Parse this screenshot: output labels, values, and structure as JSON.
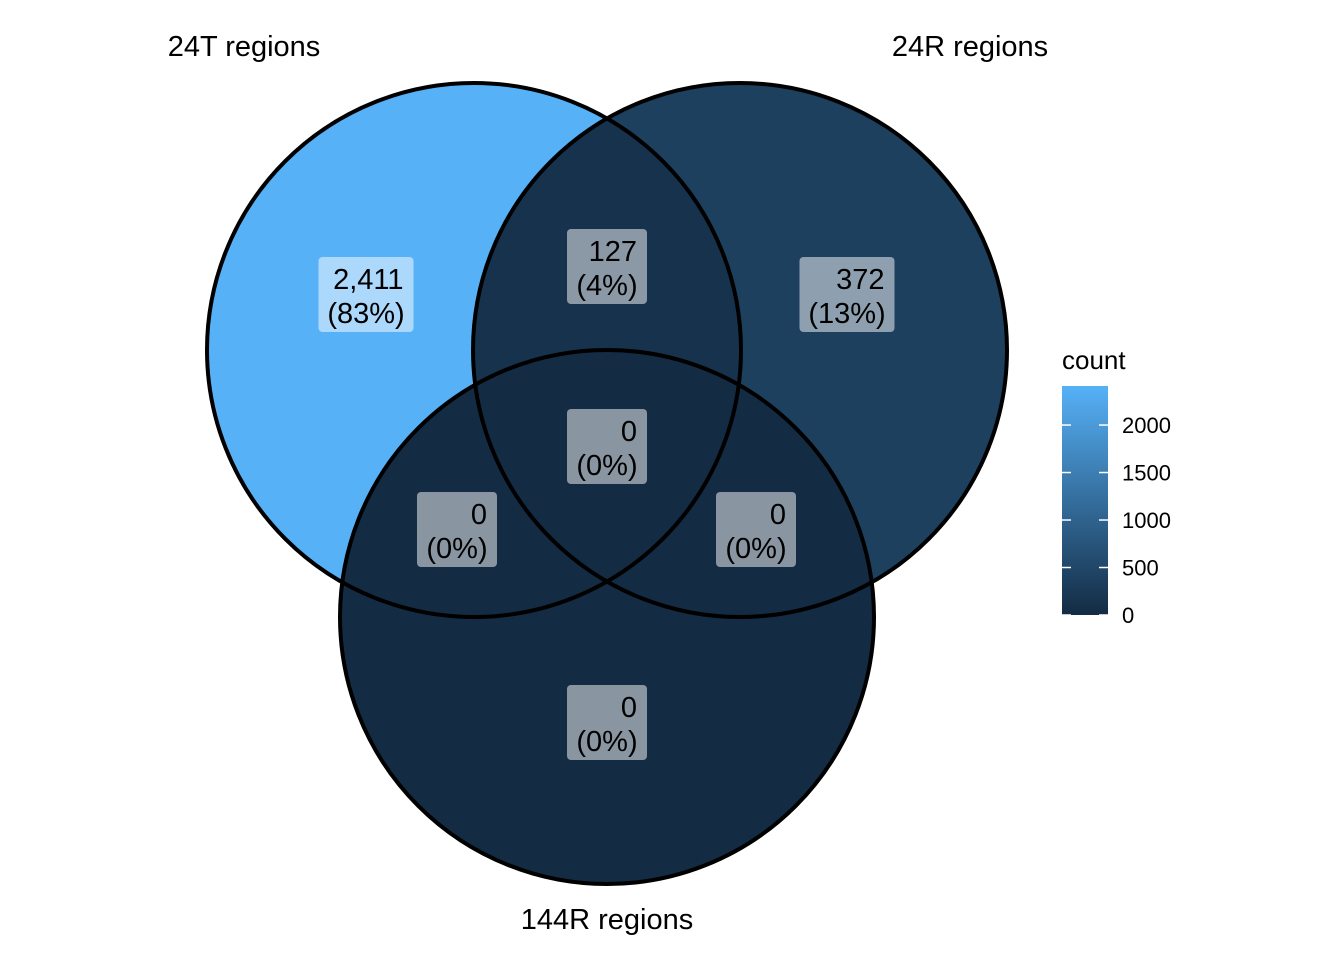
{
  "chart_data": {
    "type": "venn",
    "sets": [
      "24T regions",
      "24R regions",
      "144R regions"
    ],
    "regions": [
      {
        "id": "A",
        "sets": [
          "24T regions"
        ],
        "count": 2411,
        "count_label": "2,411",
        "percent_label": "(83%)"
      },
      {
        "id": "AB",
        "sets": [
          "24T regions",
          "24R regions"
        ],
        "count": 127,
        "count_label": "127",
        "percent_label": "(4%)"
      },
      {
        "id": "B",
        "sets": [
          "24R regions"
        ],
        "count": 372,
        "count_label": "372",
        "percent_label": "(13%)"
      },
      {
        "id": "ABC",
        "sets": [
          "24T regions",
          "24R regions",
          "144R regions"
        ],
        "count": 0,
        "count_label": "0",
        "percent_label": "(0%)"
      },
      {
        "id": "AC",
        "sets": [
          "24T regions",
          "144R regions"
        ],
        "count": 0,
        "count_label": "0",
        "percent_label": "(0%)"
      },
      {
        "id": "BC",
        "sets": [
          "24R regions",
          "144R regions"
        ],
        "count": 0,
        "count_label": "0",
        "percent_label": "(0%)"
      },
      {
        "id": "C",
        "sets": [
          "144R regions"
        ],
        "count": 0,
        "count_label": "0",
        "percent_label": "(0%)"
      }
    ],
    "legend": {
      "title": "count",
      "ticks": [
        "2000",
        "1500",
        "1000",
        "500",
        "0"
      ],
      "tick_values": [
        2000,
        1500,
        1000,
        500,
        0
      ],
      "range": [
        0,
        2411
      ],
      "low_color": "#132B43",
      "high_color": "#56B1F7",
      "placement": "right"
    }
  }
}
